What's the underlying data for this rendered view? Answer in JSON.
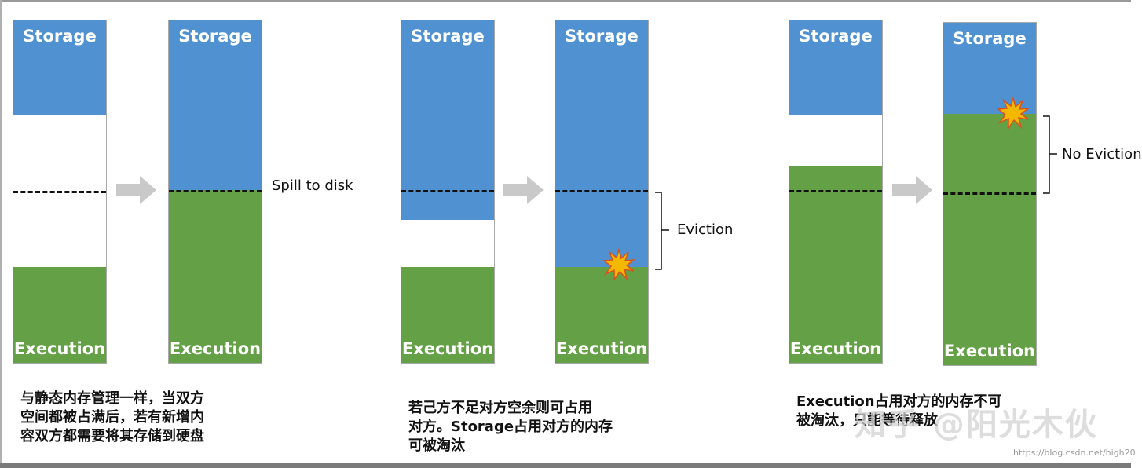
{
  "labels": {
    "storage": "Storage",
    "execution": "Execution"
  },
  "panels": [
    {
      "before": {
        "storage_label": "Storage",
        "execution_label": "Execution"
      },
      "after": {
        "storage_label": "Storage",
        "execution_label": "Execution"
      },
      "side_label": "Spill to disk",
      "caption_lines": [
        "与静态内存管理一样，当双方",
        "空间都被占满后，若有新增内",
        "容双方都需要将其存储到硬盘"
      ]
    },
    {
      "before": {
        "storage_label": "Storage",
        "execution_label": "Execution"
      },
      "after": {
        "storage_label": "Storage",
        "execution_label": "Execution"
      },
      "side_label": "Eviction",
      "caption_lines": [
        "若己方不足对方空余则可占用",
        "对方。Storage占用对方的内存",
        "可被淘汰"
      ]
    },
    {
      "before": {
        "storage_label": "Storage",
        "execution_label": "Execution"
      },
      "after": {
        "storage_label": "Storage",
        "execution_label": "Execution"
      },
      "side_label": "No Eviction",
      "caption_lines": [
        "Execution占用对方的内存不可",
        "被淘汰，只能等待释放"
      ]
    }
  ],
  "watermark": "知乎 @阳光木伙",
  "small_watermark": "https://blog.csdn.net/high20",
  "colors": {
    "storage": "#5092d1",
    "execution": "#64a046",
    "arrow": "#c9c9c9",
    "burst_fill": "#f5b800",
    "burst_stroke": "#d9531e"
  },
  "icons": {
    "arrow": "right-arrow-icon",
    "burst": "explosion-icon"
  }
}
